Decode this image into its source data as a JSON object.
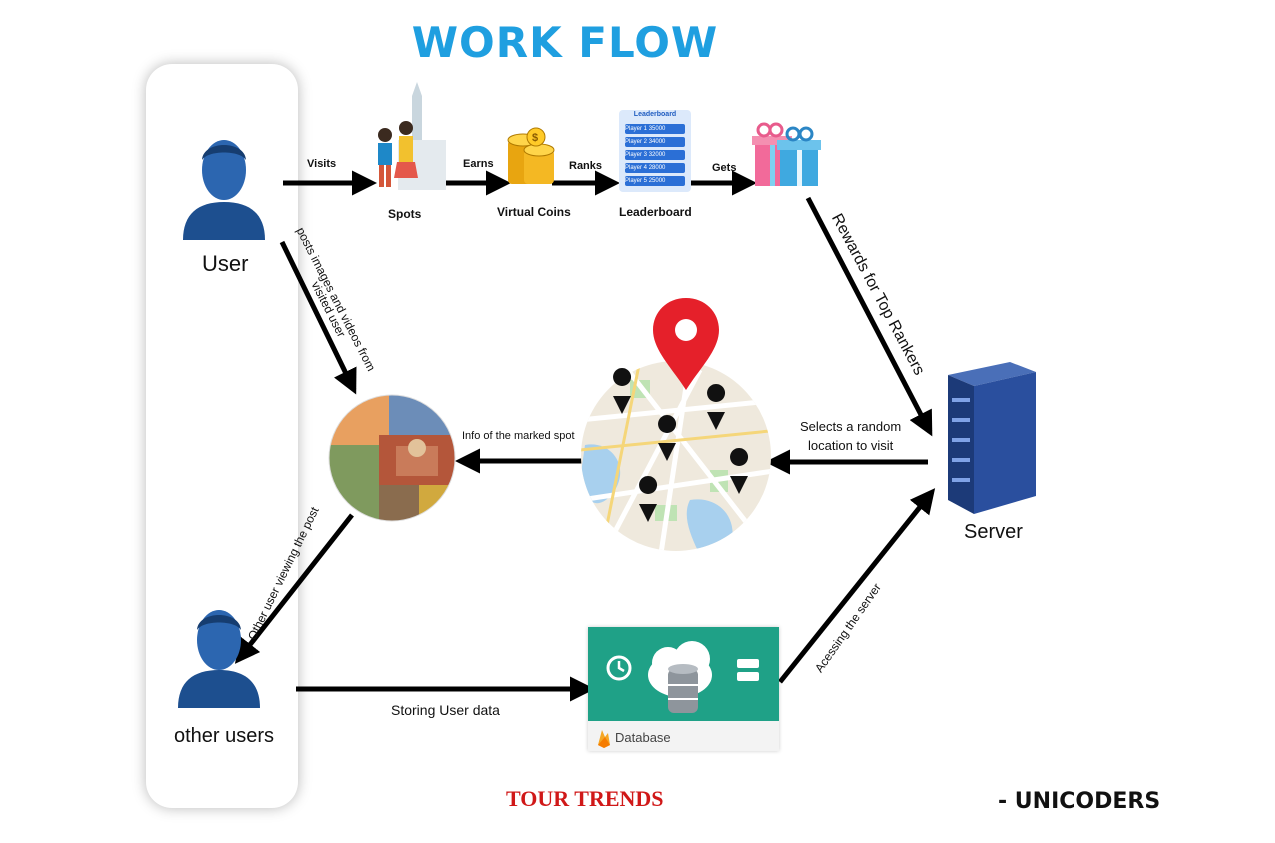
{
  "title": "WORK FLOW",
  "nodes": {
    "user": "User",
    "other_users": "other users",
    "server": "Server",
    "spots": "Spots",
    "virtual_coins": "Virtual Coins",
    "leaderboard": "Leaderboard",
    "database": "Database"
  },
  "edges": {
    "visits": "Visits",
    "earns": "Earns",
    "ranks": "Ranks",
    "gets": "Gets",
    "rewards": "Rewards for  Top Rankers",
    "selects": [
      "Selects a random",
      "location to visit"
    ],
    "info": "Info of the marked spot",
    "posts": [
      "posts images and videos from",
      "visited user"
    ],
    "viewing": "Other user viewing the post",
    "storing": "Storing User data",
    "accessing": "Acessing the server"
  },
  "leaderboard_rows": [
    {
      "player": "Player 1",
      "score": "35000"
    },
    {
      "player": "Player 2",
      "score": "34000"
    },
    {
      "player": "Player 3",
      "score": "32000"
    },
    {
      "player": "Player 4",
      "score": "28000"
    },
    {
      "player": "Player 5",
      "score": "25000"
    }
  ],
  "leaderboard_header": "Leaderboard",
  "footer": {
    "app_name": "TOUR TRENDS",
    "team": "- UNICODERS"
  },
  "colors": {
    "title": "#1f9fe0",
    "app_name": "#d01818",
    "database": "#1fa187",
    "arrow": "#000000",
    "pin": "#e5202a"
  }
}
